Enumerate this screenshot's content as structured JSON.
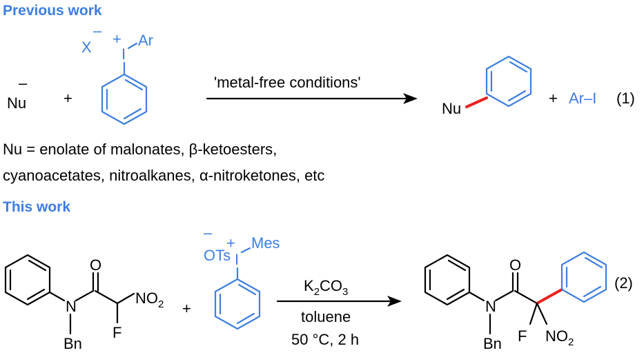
{
  "headings": {
    "previous": "Previous work",
    "this": "This work"
  },
  "scheme1": {
    "nucleophile": "Nu",
    "charge_minus": "–",
    "charge_plus": "+",
    "counterion": "X",
    "iodine": "I",
    "aryl": "Ar",
    "plus_sign": "+",
    "conditions": "'metal-free conditions'",
    "product_nu": "Nu",
    "byproduct": "Ar–I",
    "equation_label": "(1)",
    "scope_line1": "Nu = enolate of malonates, β-ketoesters,",
    "scope_line2": "cyanoacetates, nitroalkanes, α-nitroketones, etc"
  },
  "scheme2": {
    "substrate_O": "O",
    "substrate_N": "N",
    "substrate_Bn": "Bn",
    "substrate_F": "F",
    "substrate_NO2_base": "NO",
    "substrate_NO2_sub": "2",
    "plus_sign": "+",
    "reagent_anion": "OTs",
    "reagent_I": "I",
    "reagent_Mes": "Mes",
    "charge_minus": "–",
    "charge_plus": "+",
    "base_K": "K",
    "base_sub1": "2",
    "base_CO": "CO",
    "base_sub2": "3",
    "solvent": "toluene",
    "temp_time": "50 °C, 2 h",
    "product_O": "O",
    "product_N": "N",
    "product_Bn": "Bn",
    "product_F": "F",
    "product_NO2_base": "NO",
    "product_NO2_sub": "2",
    "equation_label": "(2)"
  },
  "colors": {
    "accent": "#3d7ee0",
    "new_bond": "#e8221e",
    "text": "#000000"
  }
}
